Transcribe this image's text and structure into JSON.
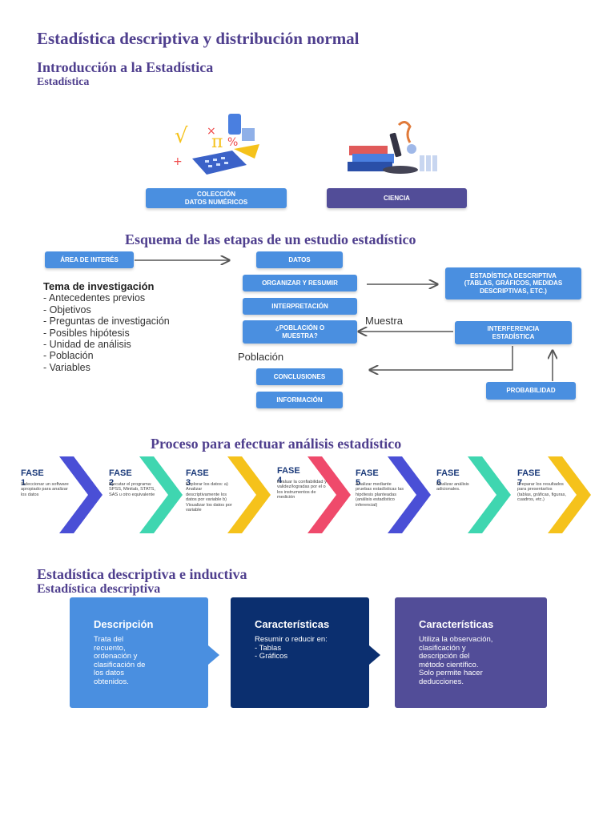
{
  "title": "Estadística descriptiva y distribución normal",
  "intro": {
    "heading": "Introducción a la Estadística",
    "sub": "Estadística"
  },
  "cards_top": [
    {
      "label": "COLECCIÓN\nDATOS NUMÉRICOS",
      "icon": "math-symbols-calculator-icon"
    },
    {
      "label": "CIENCIA",
      "icon": "science-microscope-books-icon"
    }
  ],
  "scheme": {
    "title": "Esquema de las etapas de un estudio estadístico",
    "area_interes": "ÁREA DE INTERÉS",
    "topic_heading": "Tema de investigación",
    "topic_items": [
      "- Antecedentes previos",
      "- Objetivos",
      "- Preguntas de investigación",
      "- Posibles hipótesis",
      "- Unidad de análisis",
      "- Población",
      "- Variables"
    ],
    "steps": [
      "DATOS",
      "ORGANIZAR Y RESUMIR",
      "INTERPRETACIÓN",
      "¿POBLACIÓN O\nMUESTRA?",
      "CONCLUSIONES",
      "INFORMACIÓN"
    ],
    "descriptiva": "ESTADÍSTICA DESCRIPTIVA\n(TABLAS, GRÁFICOS, MEDIDAS\nDESCRIPTIVAS, ETC.)",
    "inferencia": "INTERFERENCIA\nESTADÍSTICA",
    "probabilidad": "PROBABILIDAD",
    "muestra_label": "Muestra",
    "poblacion_label": "Población"
  },
  "process": {
    "title": "Proceso para efectuar análisis estadístico",
    "phases": [
      {
        "name": "FASE 1",
        "desc": "Seleccionar un software apropiado para analizar los datos",
        "color": "#4a4fd6"
      },
      {
        "name": "FASE 2",
        "desc": "Ejecutar el programa: SPSS, Minitab, STATS, SAS u otro equivalente",
        "color": "#3fd6b0"
      },
      {
        "name": "FASE 3",
        "desc": "Explorar los datos: a) Analizar descriptivamente los datos por variable b) Visualizar los datos por variable",
        "color": "#f5c21b"
      },
      {
        "name": "FASE 4",
        "desc": "Evaluar la confiabilidad y validez/logradas por el o los instrumentos de medición",
        "color": "#ef4a6b"
      },
      {
        "name": "FASE 5",
        "desc": "Analizar mediante pruebas estadísticas las hipótesis planteadas (análisis estadístico inferencial)",
        "color": "#4a4fd6"
      },
      {
        "name": "FASE 6",
        "desc": "Realizar análisis adicionales.",
        "color": "#3fd6b0"
      },
      {
        "name": "FASE 7",
        "desc": "Preparar los resultados para presentarlos (tablas, gráficas, figuras, cuadros, etc.)",
        "color": "#f5c21b"
      }
    ]
  },
  "descriptive": {
    "title": "Estadística descriptiva e inductiva",
    "sub": "Estadística descriptiva",
    "cards": [
      {
        "title": "Descripción",
        "body": "Trata del\nrecuento,\nordenación y\nclasificación de\nlos datos\nobtenidos.",
        "color": "#4a8fe0"
      },
      {
        "title": "Características",
        "body": "Resumir o reducir en:\n- Tablas\n- Gráficos",
        "color": "#0b2f6f"
      },
      {
        "title": "Características",
        "body": "Utiliza la observación,\nclasificación y\ndescripción del\nmétodo científico.\nSolo permite hacer\ndeducciones.",
        "color": "#524d98"
      }
    ]
  }
}
